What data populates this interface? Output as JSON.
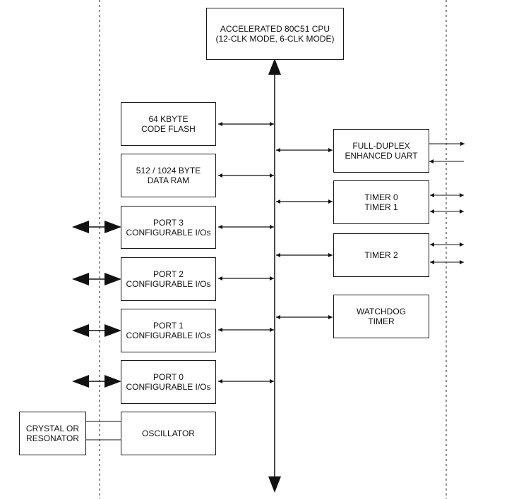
{
  "blocks": {
    "cpu": {
      "line1": "ACCELERATED 80C51 CPU",
      "line2": "(12-CLK MODE, 6-CLK MODE)"
    },
    "flash": {
      "line1": "64 KBYTE",
      "line2": "CODE FLASH"
    },
    "ram": {
      "line1": "512 / 1024 BYTE",
      "line2": "DATA RAM"
    },
    "port3": {
      "line1": "PORT 3",
      "line2": "CONFIGURABLE I/Os"
    },
    "port2": {
      "line1": "PORT 2",
      "line2": "CONFIGURABLE I/Os"
    },
    "port1": {
      "line1": "PORT 1",
      "line2": "CONFIGURABLE I/Os"
    },
    "port0": {
      "line1": "PORT 0",
      "line2": "CONFIGURABLE I/Os"
    },
    "oscillator": {
      "line1": "OSCILLATOR"
    },
    "crystal": {
      "line1": "CRYSTAL OR",
      "line2": "RESONATOR"
    },
    "uart": {
      "line1": "FULL-DUPLEX",
      "line2": "ENHANCED UART"
    },
    "timer01": {
      "line1": "TIMER 0",
      "line2": "TIMER 1"
    },
    "timer2": {
      "line1": "TIMER 2"
    },
    "watchdog": {
      "line1": "WATCHDOG",
      "line2": "TIMER"
    }
  }
}
